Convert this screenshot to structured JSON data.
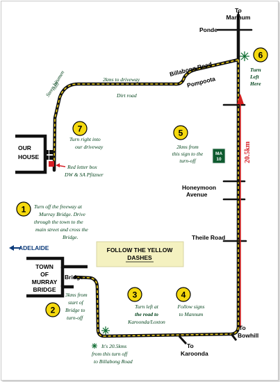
{
  "colors": {
    "road_black": "#111111",
    "yellow_dash": "#f2d21a",
    "red_route": "#d61f26",
    "label_green": "#0b4a24",
    "number_yellow": "#f5d90e",
    "legend_bg": "#f4f1c0",
    "red_arrow": "#d42020"
  },
  "places": {
    "mannum_top_to": "To",
    "mannum_top": "Mannum",
    "ponde": "Ponde",
    "billabong_road": "Billabong Road",
    "pompoota": "Pompoota",
    "our_house_line1": "OUR",
    "our_house_line2": "HOUSE",
    "adelaide": "ADELAIDE",
    "murray_line1": "TOWN",
    "murray_line2": "OF",
    "murray_line3": "MURRAY",
    "murray_line4": "BRIDGE",
    "bridge": "Bridge",
    "honeymoon_line1": "Honeymoon",
    "honeymoon_line2": "Avenue",
    "theile": "Theile Road",
    "bowhill_to": "To",
    "bowhill": "Bowhill",
    "karoonda_to": "To",
    "karoonda": "Karoonda",
    "sign_ma": "MA",
    "sign_10": "10",
    "distance_20_5": "20.5km"
  },
  "notes": {
    "steep_line1": "Steep bitumen",
    "steep_line2": "hill",
    "to_driveway": "2kms to driveway",
    "dirt_road": "Dirt road",
    "step7_line1": "Turn right into",
    "step7_line2": "our driveway",
    "letterbox_line1": "Red letter box",
    "letterbox_line2": "DW & SA Pfitzner",
    "step5_line1": "2kms from",
    "step5_line2": "this sign to the",
    "step5_line3": "turn-off",
    "step6_line1": "Turn",
    "step6_line2": "Left",
    "step6_line3": "Here",
    "step1_line1": "Turn off the freeway at",
    "step1_line2": "Murray Bridge. Drive",
    "step1_line3": "through the town to the",
    "step1_line4": "main street and cross the",
    "step1_line5": "Bridge.",
    "step2_line1": "3kms from",
    "step2_line2": "start of",
    "step2_line3": "Bridge to",
    "step2_line4": "turn-off",
    "step3_line1": "Turn left at",
    "step3_line2": "the road to",
    "step3_line3": "Karoonda/Loxton",
    "step4_line1": "Follow signs",
    "step4_line2": "to Mannum",
    "bottom_line1": "It's 20.5kms",
    "bottom_line2": "from this turn off",
    "bottom_line3": "to Billabong Road"
  },
  "legend": {
    "line1": "FOLLOW THE YELLOW",
    "line2": "DASHES"
  },
  "step_numbers": [
    "1",
    "2",
    "3",
    "4",
    "5",
    "6",
    "7"
  ],
  "icons": [
    "junction-star-icon",
    "letter-box-icon",
    "adelaide-arrow-icon",
    "north-arrow-icon",
    "gate-icon"
  ]
}
